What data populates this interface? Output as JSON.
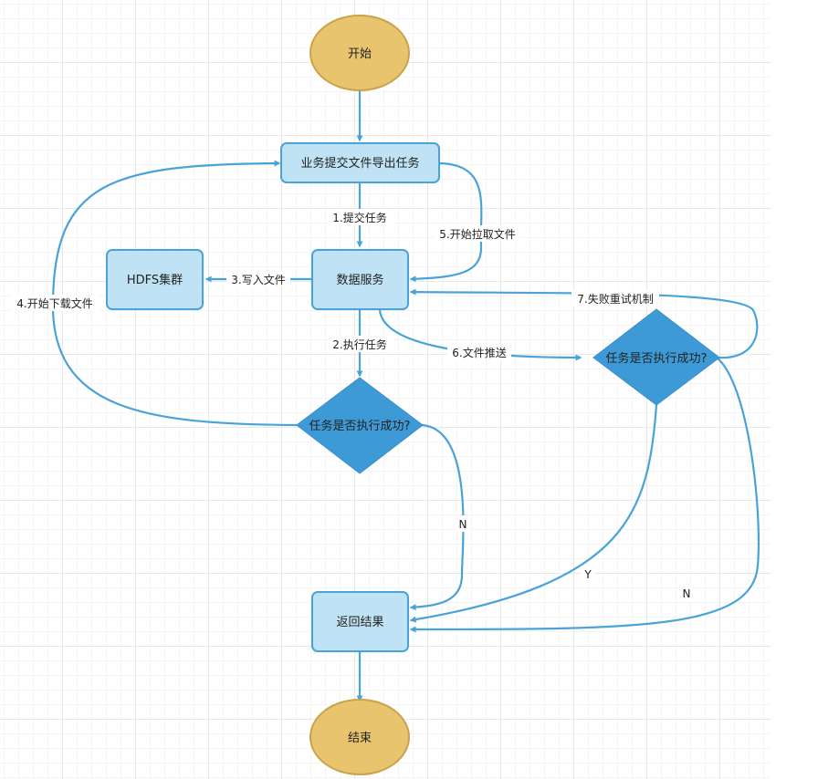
{
  "nodes": {
    "start": "开始",
    "submit_task": "业务提交文件导出任务",
    "data_service": "数据服务",
    "hdfs": "HDFS集群",
    "decision_left": "任务是否执行成功?",
    "decision_right": "任务是否执行成功?",
    "return_result": "返回结果",
    "end": "结束"
  },
  "edges": {
    "submit": "1.提交任务",
    "execute": "2.执行任务",
    "write_file": "3.写入文件",
    "download": "4.开始下载文件",
    "pull_file": "5.开始拉取文件",
    "push_file": "6.文件推送",
    "retry": "7.失败重试机制",
    "left_no": "N",
    "right_yes": "Y",
    "right_no": "N"
  },
  "colors": {
    "terminal_fill": "#e8c46f",
    "terminal_stroke": "#c9a24a",
    "process_fill": "#bfe3f4",
    "process_stroke": "#4aa3d8",
    "decision_fill": "#3d9ad6",
    "edge": "#4aa3d8"
  }
}
